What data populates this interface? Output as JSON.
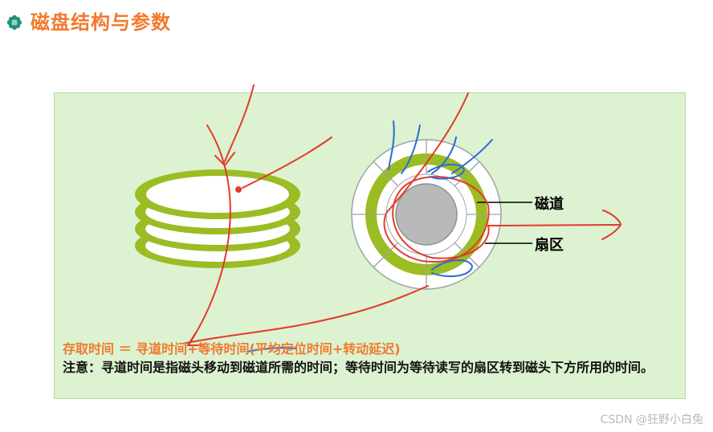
{
  "page": {
    "title": "磁盘结构与参数",
    "title_icon": "flower-bullet-icon"
  },
  "diagram": {
    "label_track": "磁道",
    "label_sector": "扇区",
    "formula": "存取时间 ＝ 寻道时间+等待时间(平均定位时间+转动延迟)",
    "note": "注意：寻道时间是指磁头移动到磁道所需的时间；等待时间为等待读写的扇区转到磁头下方所用的时间。",
    "colors": {
      "panel": "#dcf2d0",
      "ring": "#9bbc23",
      "title": "#f07a2e",
      "annotation_red": "#e33a2b",
      "annotation_blue": "#2b6bd6"
    }
  },
  "watermark": "CSDN @狂野小白兔"
}
